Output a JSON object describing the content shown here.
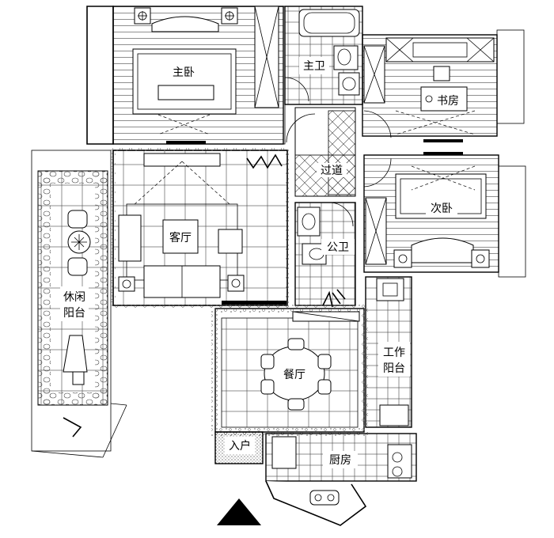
{
  "rooms": {
    "master_bedroom": "主卧",
    "master_bath": "主卫",
    "study": "书房",
    "corridor": "过道",
    "living_room": "客厅",
    "second_bedroom": "次卧",
    "public_bath": "公卫",
    "leisure_balcony_line1": "休闲",
    "leisure_balcony_line2": "阳台",
    "dining_room": "餐厅",
    "work_balcony_line1": "工作",
    "work_balcony_line2": "阳台",
    "entrance": "入户",
    "kitchen": "厨房"
  },
  "bottom_caption": "...  ...   ....   ....  .. ..  ......  ...."
}
